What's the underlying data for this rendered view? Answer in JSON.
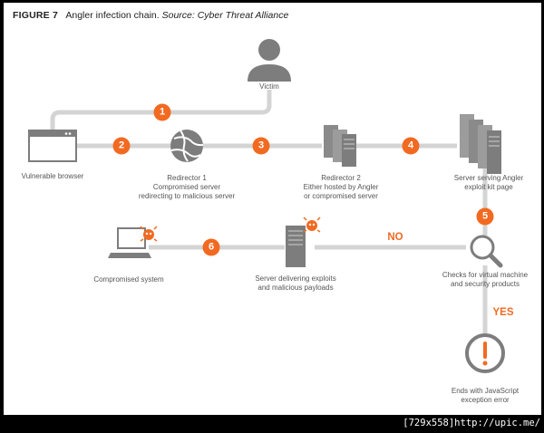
{
  "header": {
    "figure_label": "FIGURE 7",
    "caption": "Angler infection chain.",
    "source": "Source: Cyber Threat Alliance"
  },
  "nodes": {
    "victim": {
      "label": [
        "Victim"
      ],
      "icon": "user-icon"
    },
    "vulnerable_browser": {
      "label": [
        "Vulnerable browser"
      ],
      "icon": "browser-window-icon"
    },
    "redirector1": {
      "label": [
        "Redirector 1",
        "Compromised server",
        "redirecting to malicious server"
      ],
      "icon": "globe-icon"
    },
    "redirector2": {
      "label": [
        "Redirector 2",
        "Either hosted by Angler",
        "or compromised server"
      ],
      "icon": "server-rack-icon"
    },
    "exploit_kit_server": {
      "label": [
        "Server serving Angler",
        "exploit kit page"
      ],
      "icon": "server-cluster-icon"
    },
    "vm_check": {
      "label": [
        "Checks for virtual machine",
        "and security products"
      ],
      "icon": "magnifier-icon"
    },
    "payload_server": {
      "label": [
        "Server delivering exploits",
        "and malicious payloads"
      ],
      "icon": "server-tower-icon"
    },
    "compromised_system": {
      "label": [
        "Compromised system"
      ],
      "icon": "laptop-icon"
    },
    "js_error": {
      "label": [
        "Ends with JavaScript",
        "exception error"
      ],
      "icon": "exclamation-icon"
    }
  },
  "steps": [
    "1",
    "2",
    "3",
    "4",
    "5",
    "6"
  ],
  "decisions": {
    "no": "NO",
    "yes": "YES"
  },
  "colors": {
    "accent": "#f26a21",
    "line": "#d4d4d4",
    "icon": "#7d7d7d",
    "text": "#555555"
  },
  "footer": "[729x558]http://upic.me/"
}
